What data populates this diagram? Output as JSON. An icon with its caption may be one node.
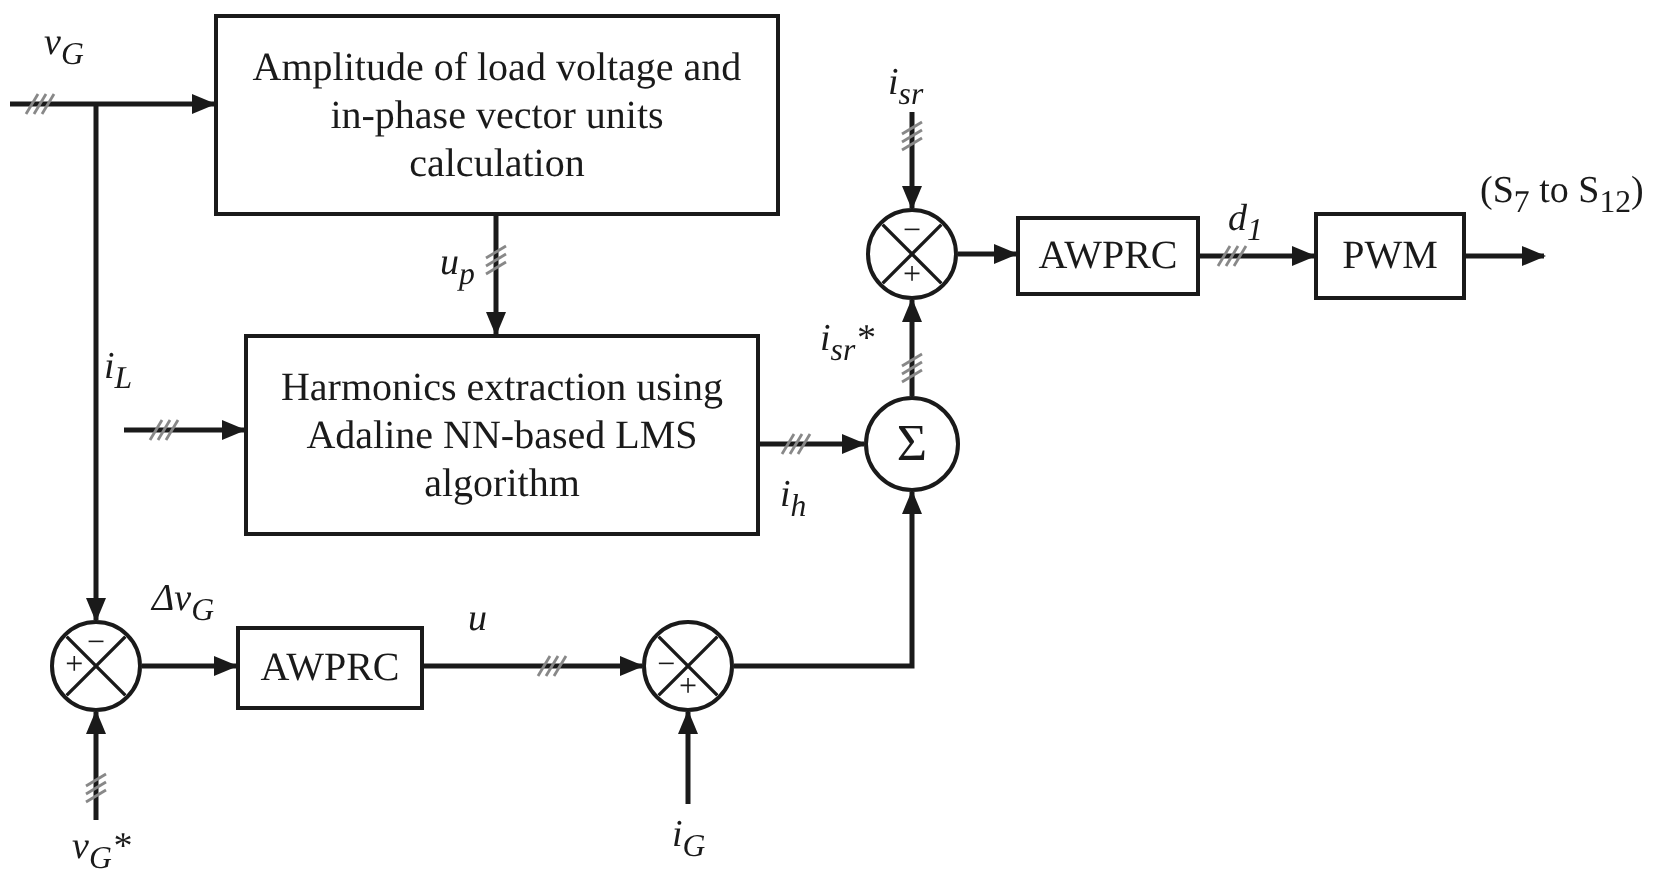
{
  "diagram": {
    "nodes": [
      {
        "text": [
          "Amplitude of load voltage and in-phase vector units calculation"
        ]
      },
      {
        "text": [
          "Harmonics extraction using Adaline NN-based LMS algorithm"
        ]
      },
      {
        "text": [
          "−",
          "+"
        ]
      },
      {
        "text": [
          "AWPRC"
        ]
      },
      {
        "text": [
          "−",
          "+"
        ]
      },
      {
        "text": [
          "Σ"
        ]
      },
      {
        "text": [
          "−",
          "+"
        ]
      },
      {
        "text": [
          "AWPRC"
        ]
      },
      {
        "text": [
          "PWM"
        ]
      }
    ],
    "edges": [
      {
        "from": null,
        "to": 0,
        "arrow": "to",
        "label": "v$_{G}$"
      },
      {
        "from": null,
        "to": 2,
        "arrow": "to"
      },
      {
        "from": 0,
        "to": 1,
        "arrow": "to",
        "label": "u$_{p}$"
      },
      {
        "from": null,
        "to": 1,
        "arrow": "to",
        "label": "i$_{L}$"
      },
      {
        "from": 1,
        "to": 5,
        "arrow": "to",
        "label": "i$_{h}$"
      },
      {
        "from": null,
        "to": 2,
        "arrow": "to",
        "label": "v$_{G}$*"
      },
      {
        "from": 2,
        "to": 3,
        "arrow": "to",
        "label": "Δv$_{G}$"
      },
      {
        "from": 3,
        "to": 4,
        "arrow": "to",
        "label": "u"
      },
      {
        "from": null,
        "to": 4,
        "arrow": "to",
        "label": "i$_{G}$"
      },
      {
        "from": 4,
        "to": 5,
        "arrow": "to"
      },
      {
        "from": 5,
        "to": 6,
        "arrow": "to",
        "label": "i$_{sr}$*"
      },
      {
        "from": null,
        "to": 6,
        "arrow": "to",
        "label": "i$_{sr}$"
      },
      {
        "from": 6,
        "to": 7,
        "arrow": "to"
      },
      {
        "from": 7,
        "to": 8,
        "arrow": "to",
        "label": "d$_{1}$"
      },
      {
        "from": 8,
        "to": null,
        "arrow": "to",
        "label": "(S$_{7}$ to S$_{12}$)"
      }
    ]
  }
}
